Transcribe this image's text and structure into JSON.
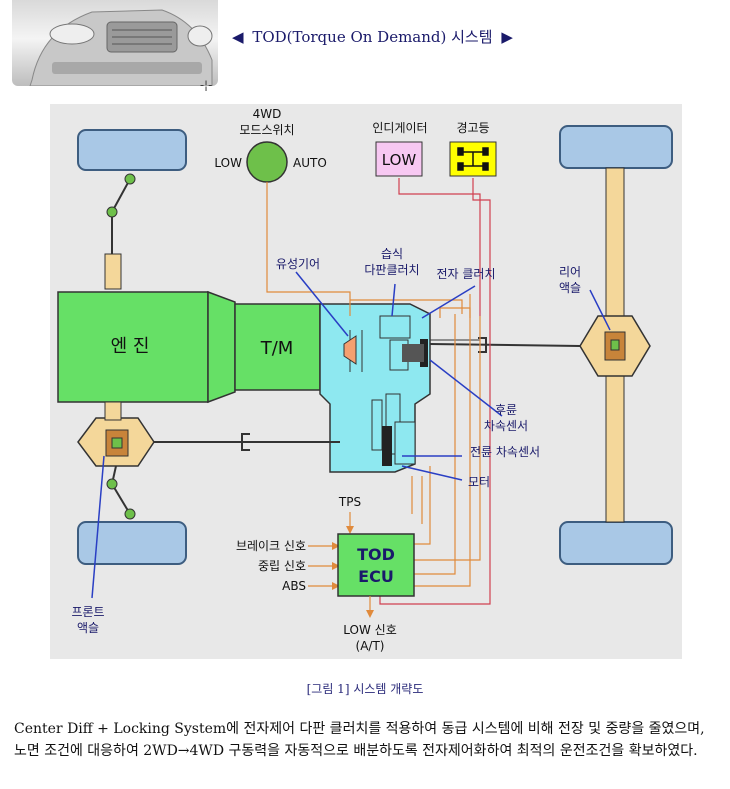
{
  "header": {
    "left_arrow": "◀",
    "title": "TOD(Torque On Demand) 시스템",
    "right_arrow": "▶"
  },
  "diagram": {
    "switch_title_1": "4WD",
    "switch_title_2": "모드스위치",
    "switch_low": "LOW",
    "switch_auto": "AUTO",
    "indicator_title": "인디게이터",
    "indicator_value": "LOW",
    "warning_title": "경고등",
    "engine": "엔 진",
    "tm": "T/M",
    "planetary_gear": "유성기어",
    "wet_clutch_1": "습식",
    "wet_clutch_2": "다판클러치",
    "electric_clutch": "전자 클러치",
    "rear_axle_1": "리어",
    "rear_axle_2": "액슬",
    "rear_sensor_1": "후륜",
    "rear_sensor_2": "차속센서",
    "front_sensor": "전륜 차속센서",
    "motor": "모터",
    "tps": "TPS",
    "brake_signal": "브레이크 신호",
    "neutral_signal": "중립 신호",
    "abs": "ABS",
    "ecu_1": "TOD",
    "ecu_2": "ECU",
    "low_signal_1": "LOW 신호",
    "low_signal_2": "(A/T)",
    "front_axle_1": "프론트",
    "front_axle_2": "액슬"
  },
  "caption": "[그림 1] 시스템 개략도",
  "paragraph": "Center Diff + Locking System에 전자제어 다판 클러치를 적용하여 동급 시스템에 비해 전장 및 중량을 줄였으며, 노면 조건에 대응하여 2WD→4WD 구동력을 자동적으로 배분하도록 전자제어화하여 최적의 운전조건을 확보하였다.",
  "colors": {
    "engine_green": "#66e066",
    "housing_cyan": "#8ee8f0",
    "tire_blue": "#a9c8e6",
    "indicator_pink": "#f7c8f2",
    "warning_yellow": "#ffff00",
    "switch_green": "#6ec04a",
    "wire_orange": "#e08a3c",
    "wire_red": "#d04050",
    "sensor_blue": "#2a3fc4",
    "shaft_tan": "#f4d79a",
    "diagram_bg": "#e8e8e8"
  },
  "icons": {
    "thumbnail": "car-front-image",
    "cursor": "crosshair-cursor"
  }
}
